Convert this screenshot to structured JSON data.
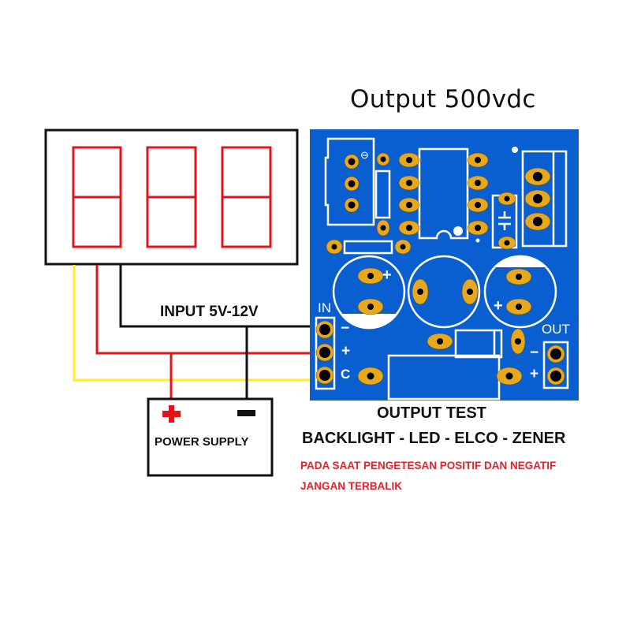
{
  "title": "Output 500vdc",
  "input_label": "INPUT 5V-12V",
  "power_supply": {
    "label": "POWER SUPPLY",
    "plus_symbol": "+",
    "minus_symbol": "−"
  },
  "display": {
    "digits": 3,
    "segment_color": "#e0141c"
  },
  "wires": {
    "yellow": "#ffee22",
    "red": "#e0141c",
    "black": "#111111"
  },
  "pcb": {
    "color": "#0a5fd0",
    "pad_color": "#e8a81c",
    "in_label": "IN",
    "in_pins": [
      "−",
      "+",
      "C"
    ],
    "out_label": "OUT",
    "out_pins": [
      "−",
      "+"
    ],
    "cap_marks": [
      "+",
      "+"
    ],
    "pot_mark": "⊖"
  },
  "output_test": "OUTPUT TEST",
  "components": "BACKLIGHT - LED - ELCO - ZENER",
  "warning_line1": "PADA SAAT PENGETESAN  POSITIF DAN NEGATIF",
  "warning_line2": "JANGAN TERBALIK"
}
